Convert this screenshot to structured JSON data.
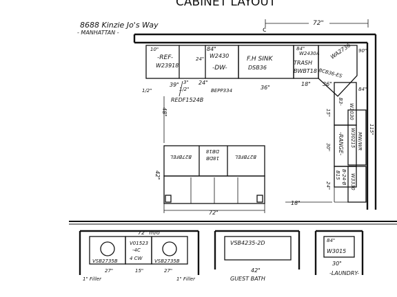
{
  "header": {
    "title": "CABINET LAYOUT",
    "address_line1": "8688 Kinzie Jo's Way",
    "address_line2": "- MANHATTAN -"
  },
  "kitchen": {
    "top_wall_dim": "72\"",
    "cabinets": {
      "ref_label": "-REF-",
      "ref_code": "W23918",
      "ref_width": "39\"",
      "w2430": "W2430",
      "w2430_width": "3\"",
      "dw": "-DW-",
      "dw_width": "24\"",
      "dw_depth": "24\"",
      "ref_top": "10\"",
      "dw_top": "84\"",
      "sink_label": "F.H SINK",
      "sink_code": "DSB36",
      "sink_width": "36\"",
      "trash_label": "TRASH",
      "trash_code": "W2430A",
      "trash_top": "84\"",
      "trash_base": "BWBT18",
      "trash_width": "18\"",
      "corner_code": "BCB36-ES",
      "corner_wall": "WA2736",
      "corner_width": "36\"",
      "corner_dim1": "90\"",
      "corner_dim2": "84\"",
      "filler_left": "1/2\"",
      "filler_mid": "1/2\"",
      "bepp": "BEPP334",
      "redp": "REDF1524B",
      "right_w3030": "W3030",
      "right_b3": "B3-",
      "right_w3021": "W30215",
      "right_range": "-RANGE-",
      "right_microwave": "MW/WR",
      "right_tall": "W3330",
      "right_b24": "B-24-B",
      "right_b15": "B15",
      "right_dim1": "15\"",
      "right_dim2": "30\"",
      "right_dim3": "24\"",
      "right_side": "115\""
    },
    "island": {
      "left_dim": "42\"",
      "top_left": "B27BFEL",
      "top_mid": "DB18",
      "top_mid2": "18DB",
      "top_right": "B27BFEL",
      "bottom_dim": "72\"",
      "side_dim": "18\"",
      "left_vert_dim": "48\""
    }
  },
  "master_bath": {
    "top_dim": "72\" m/o",
    "left_code": "VSB2735B",
    "center_code": "V01523",
    "center_sub1": "-4C",
    "center_sub2": "4 CW",
    "right_code": "VSB2735B",
    "dim_left": "27\"",
    "dim_center": "15\"",
    "dim_right": "27\"",
    "filler_left": "1\" Filler",
    "filler_right": "1\" Filler"
  },
  "guest_bath": {
    "code": "VSB4235-2D",
    "width": "42\"",
    "label": "GUEST BATH"
  },
  "laundry": {
    "top": "84\"",
    "code": "W3015",
    "width": "30\"",
    "label": "-LAUNDRY-"
  }
}
